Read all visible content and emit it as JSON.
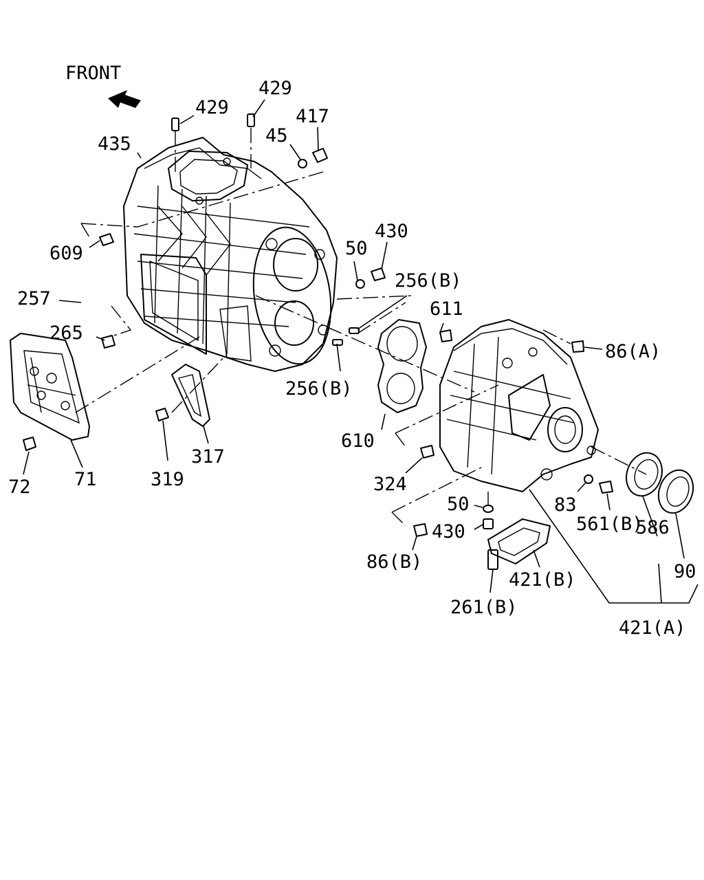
{
  "diagram": {
    "front_label": "FRONT",
    "labels": {
      "p429a": "429",
      "p429b": "429",
      "p417": "417",
      "p45": "45",
      "p435": "435",
      "p609": "609",
      "p430a": "430",
      "p50a": "50",
      "p256ba": "256(B)",
      "p257": "257",
      "p611": "611",
      "p86a": "86(A)",
      "p265": "265",
      "p256bb": "256(B)",
      "p610": "610",
      "p72": "72",
      "p71": "71",
      "p319": "319",
      "p317": "317",
      "p324": "324",
      "p50b": "50",
      "p83": "83",
      "p430b": "430",
      "p561b": "561(B)",
      "p586": "586",
      "p86b": "86(B)",
      "p421b": "421(B)",
      "p90": "90",
      "p261b": "261(B)",
      "p421a": "421(A)"
    }
  }
}
